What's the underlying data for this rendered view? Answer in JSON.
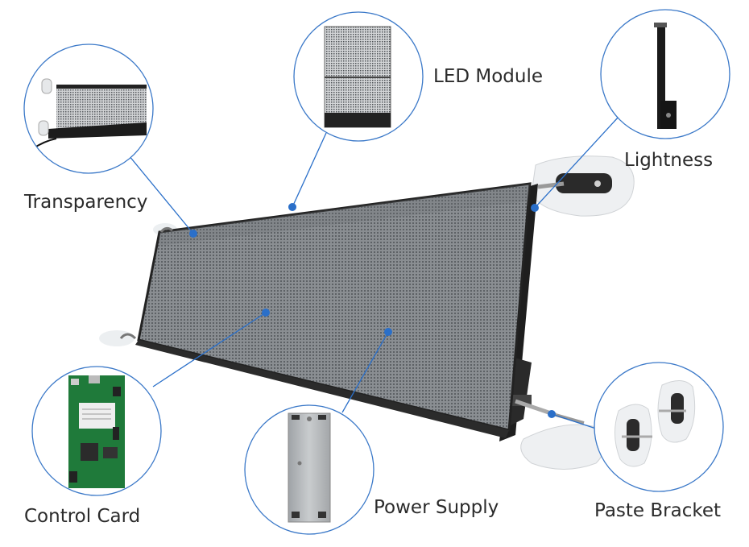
{
  "labels": {
    "transparency": "Transparency",
    "led_module": "LED Module",
    "lightness": "Lightness",
    "control_card": "Control Card",
    "power_supply": "Power Supply",
    "paste_bracket": "Paste Bracket"
  },
  "colors": {
    "callout_line": "#2a6fc9",
    "callout_dot": "#2a6fc9",
    "circle_stroke": "#3a78c8",
    "panel_surface": "#7d8185",
    "panel_frame": "#1b1b1b",
    "pcb_green": "#1f7a3a",
    "psu_silver": "#b9bcbf"
  },
  "icons": [
    "transparency-photo",
    "led-module-photo",
    "lightness-photo",
    "control-card-photo",
    "power-supply-photo",
    "paste-bracket-photo",
    "led-panel-photo"
  ]
}
